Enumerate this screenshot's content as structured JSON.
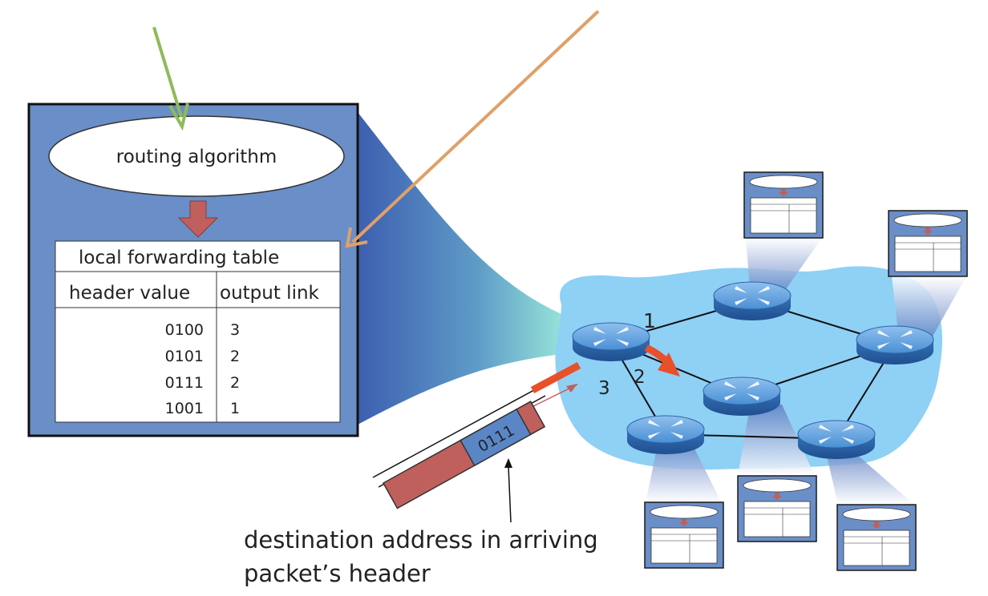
{
  "routing_algorithm": "routing algorithm",
  "table": {
    "title": "local forwarding table",
    "col_header": "header value",
    "col_output": "output link",
    "rows": [
      {
        "header": "0100",
        "link": "3"
      },
      {
        "header": "0101",
        "link": "2"
      },
      {
        "header": "0111",
        "link": "2"
      },
      {
        "header": "1001",
        "link": "1"
      }
    ]
  },
  "link_labels": {
    "link1": "1",
    "link2": "2",
    "link3": "3"
  },
  "packet": {
    "header_value": "0111"
  },
  "caption": {
    "line1": "destination address in arriving",
    "line2": "packet’s header"
  },
  "colors": {
    "router_box": "#6a8ec8",
    "network_cloud": "#8fd0f5",
    "router": "#3f83c8",
    "packet_body": "#c0605c",
    "packet_header": "#5b86c6",
    "red_arrow": "#e8502a",
    "green_arrow": "#8dbb5a",
    "orange_arrow": "#e0a068"
  }
}
